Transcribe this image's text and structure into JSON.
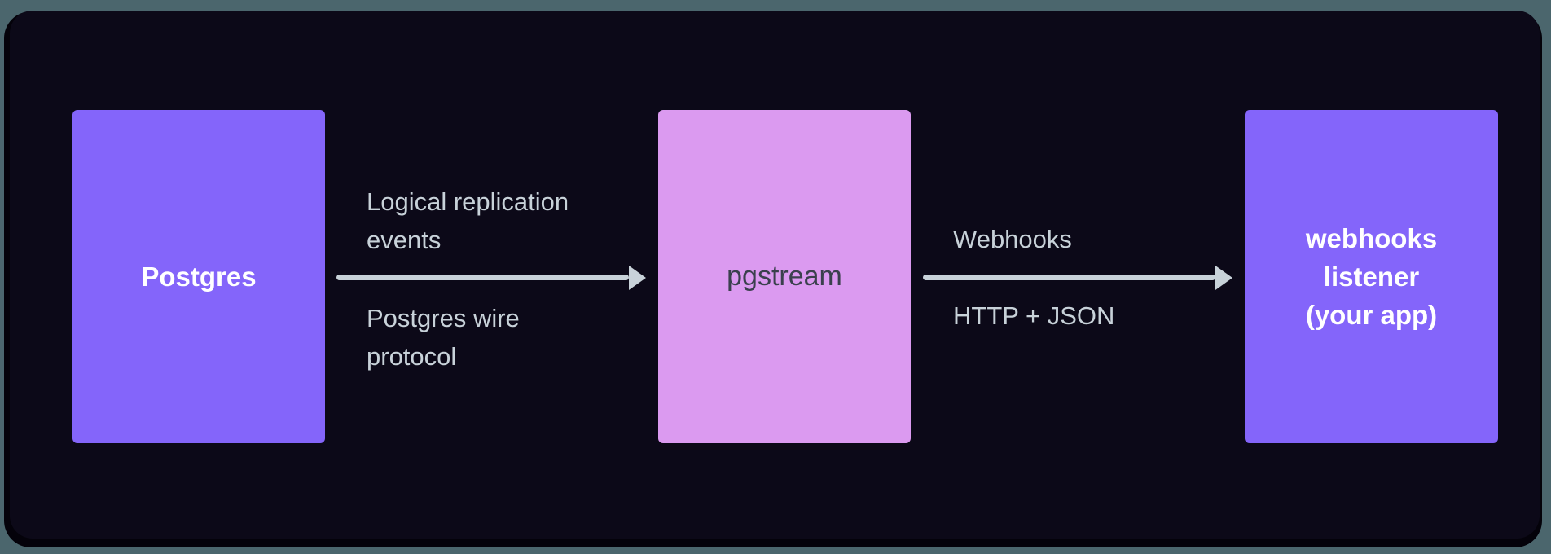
{
  "colors": {
    "background": "#4b666d",
    "panel": "#0c0918",
    "panel_rim": "#04020a",
    "node_purple": "#8465fa",
    "node_pink": "#db9af0",
    "node_text_light": "#ffffff",
    "node_text_dark": "#3a404d",
    "arrow_and_label": "#c8d2d9"
  },
  "diagram": {
    "nodes": [
      {
        "id": "postgres",
        "label": "Postgres"
      },
      {
        "id": "pgstream",
        "label": "pgstream"
      },
      {
        "id": "webhooks-listener",
        "label": "webhooks\nlistener\n(your app)"
      }
    ],
    "edges": [
      {
        "from": "postgres",
        "to": "pgstream",
        "label_above": "Logical replication\nevents",
        "label_below": "Postgres wire\nprotocol"
      },
      {
        "from": "pgstream",
        "to": "webhooks-listener",
        "label_above": "Webhooks",
        "label_below": "HTTP + JSON"
      }
    ]
  }
}
